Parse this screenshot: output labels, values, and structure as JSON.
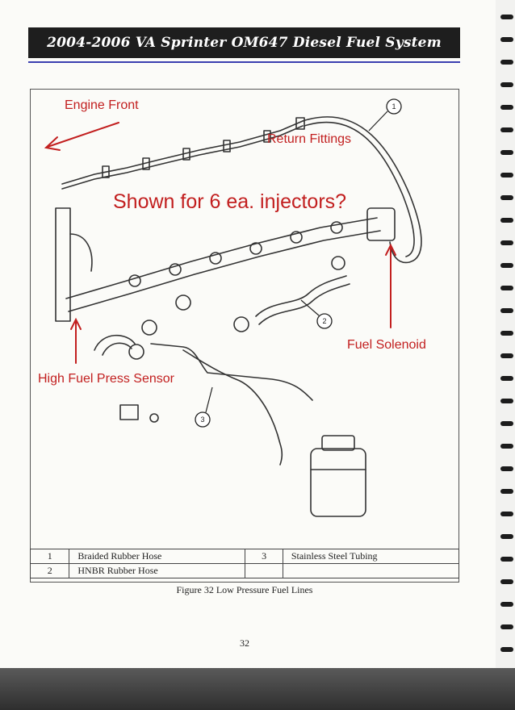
{
  "header": {
    "title": "2004-2006 VA Sprinter OM647 Diesel Fuel System"
  },
  "annotations": {
    "engine_front": "Engine Front",
    "return_fittings": "Return Fittings",
    "shown_for": "Shown for 6 ea. injectors?",
    "fuel_solenoid": "Fuel Solenoid",
    "high_fuel_press_sensor": "High Fuel Press Sensor"
  },
  "callouts": [
    "1",
    "2",
    "3"
  ],
  "legend": [
    {
      "num": "1",
      "label": "Braided Rubber Hose",
      "num2": "3",
      "label2": "Stainless Steel Tubing"
    },
    {
      "num": "2",
      "label": "HNBR Rubber Hose",
      "num2": "",
      "label2": ""
    }
  ],
  "caption": "Figure 32 Low Pressure Fuel Lines",
  "page_number": "32",
  "colors": {
    "annotation": "#c21f1f",
    "header_bg": "#1e1e1e",
    "rule": "#3b3fb0"
  }
}
